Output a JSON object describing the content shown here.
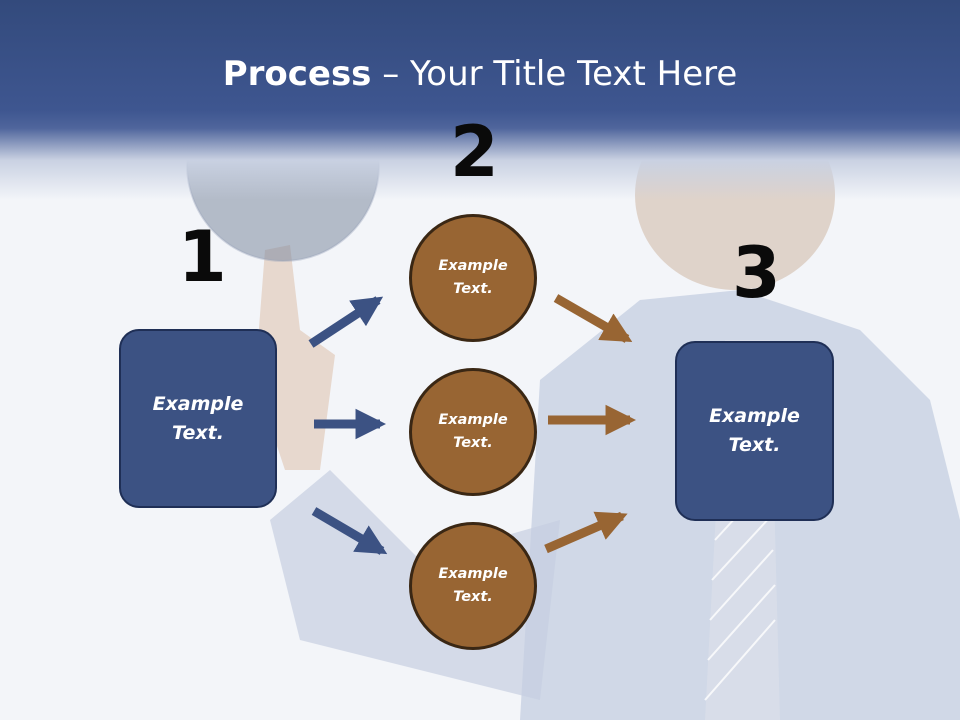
{
  "slide": {
    "title_bold": "Process",
    "title_rest": " – Your Title Text Here"
  },
  "steps": {
    "one": {
      "number": "1",
      "text_line1": "Example",
      "text_line2": "Text."
    },
    "two": {
      "number": "2"
    },
    "three": {
      "number": "3",
      "text_line1": "Example",
      "text_line2": "Text."
    }
  },
  "circles": [
    {
      "text_line1": "Example",
      "text_line2": "Text."
    },
    {
      "text_line1": "Example",
      "text_line2": "Text."
    },
    {
      "text_line1": "Example",
      "text_line2": "Text."
    }
  ],
  "colors": {
    "title_band": "#3e5690",
    "box_fill": "#3c5283",
    "circle_fill": "#986533",
    "blue_arrow": "#3c5283",
    "brown_arrow": "#986533"
  }
}
